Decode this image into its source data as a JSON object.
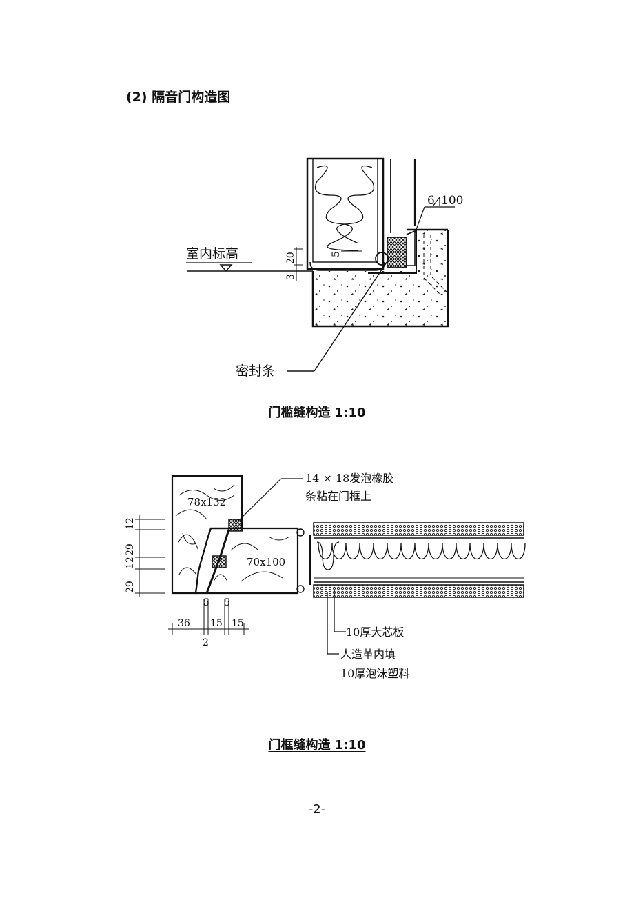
{
  "heading": "(2) 隔音门构造图",
  "figure1": {
    "caption": "门槛缝构造 1:10",
    "labels": {
      "indoor_level": "室内标高",
      "seal_strip": "密封条",
      "weld": "6",
      "weld_len": "100",
      "dim_20": "20",
      "dim_3": "3",
      "dim_5": "5"
    }
  },
  "figure2": {
    "caption": "门框缝构造 1:10",
    "labels": {
      "foam_rubber_1": "14 × 18发泡橡胶",
      "foam_rubber_2": "条粘在门框上",
      "frame_size": "78x132",
      "stop_size": "70x100",
      "core_board": "10厚大芯板",
      "leather_1": "人造革内填",
      "leather_2": "10厚泡沫塑料",
      "v_dims": [
        "29",
        "12",
        "29",
        "12"
      ],
      "h_dims": [
        "36",
        "5",
        "15",
        "5",
        "15"
      ],
      "h_dim_bottom": "2"
    }
  },
  "page_number": "-2-"
}
